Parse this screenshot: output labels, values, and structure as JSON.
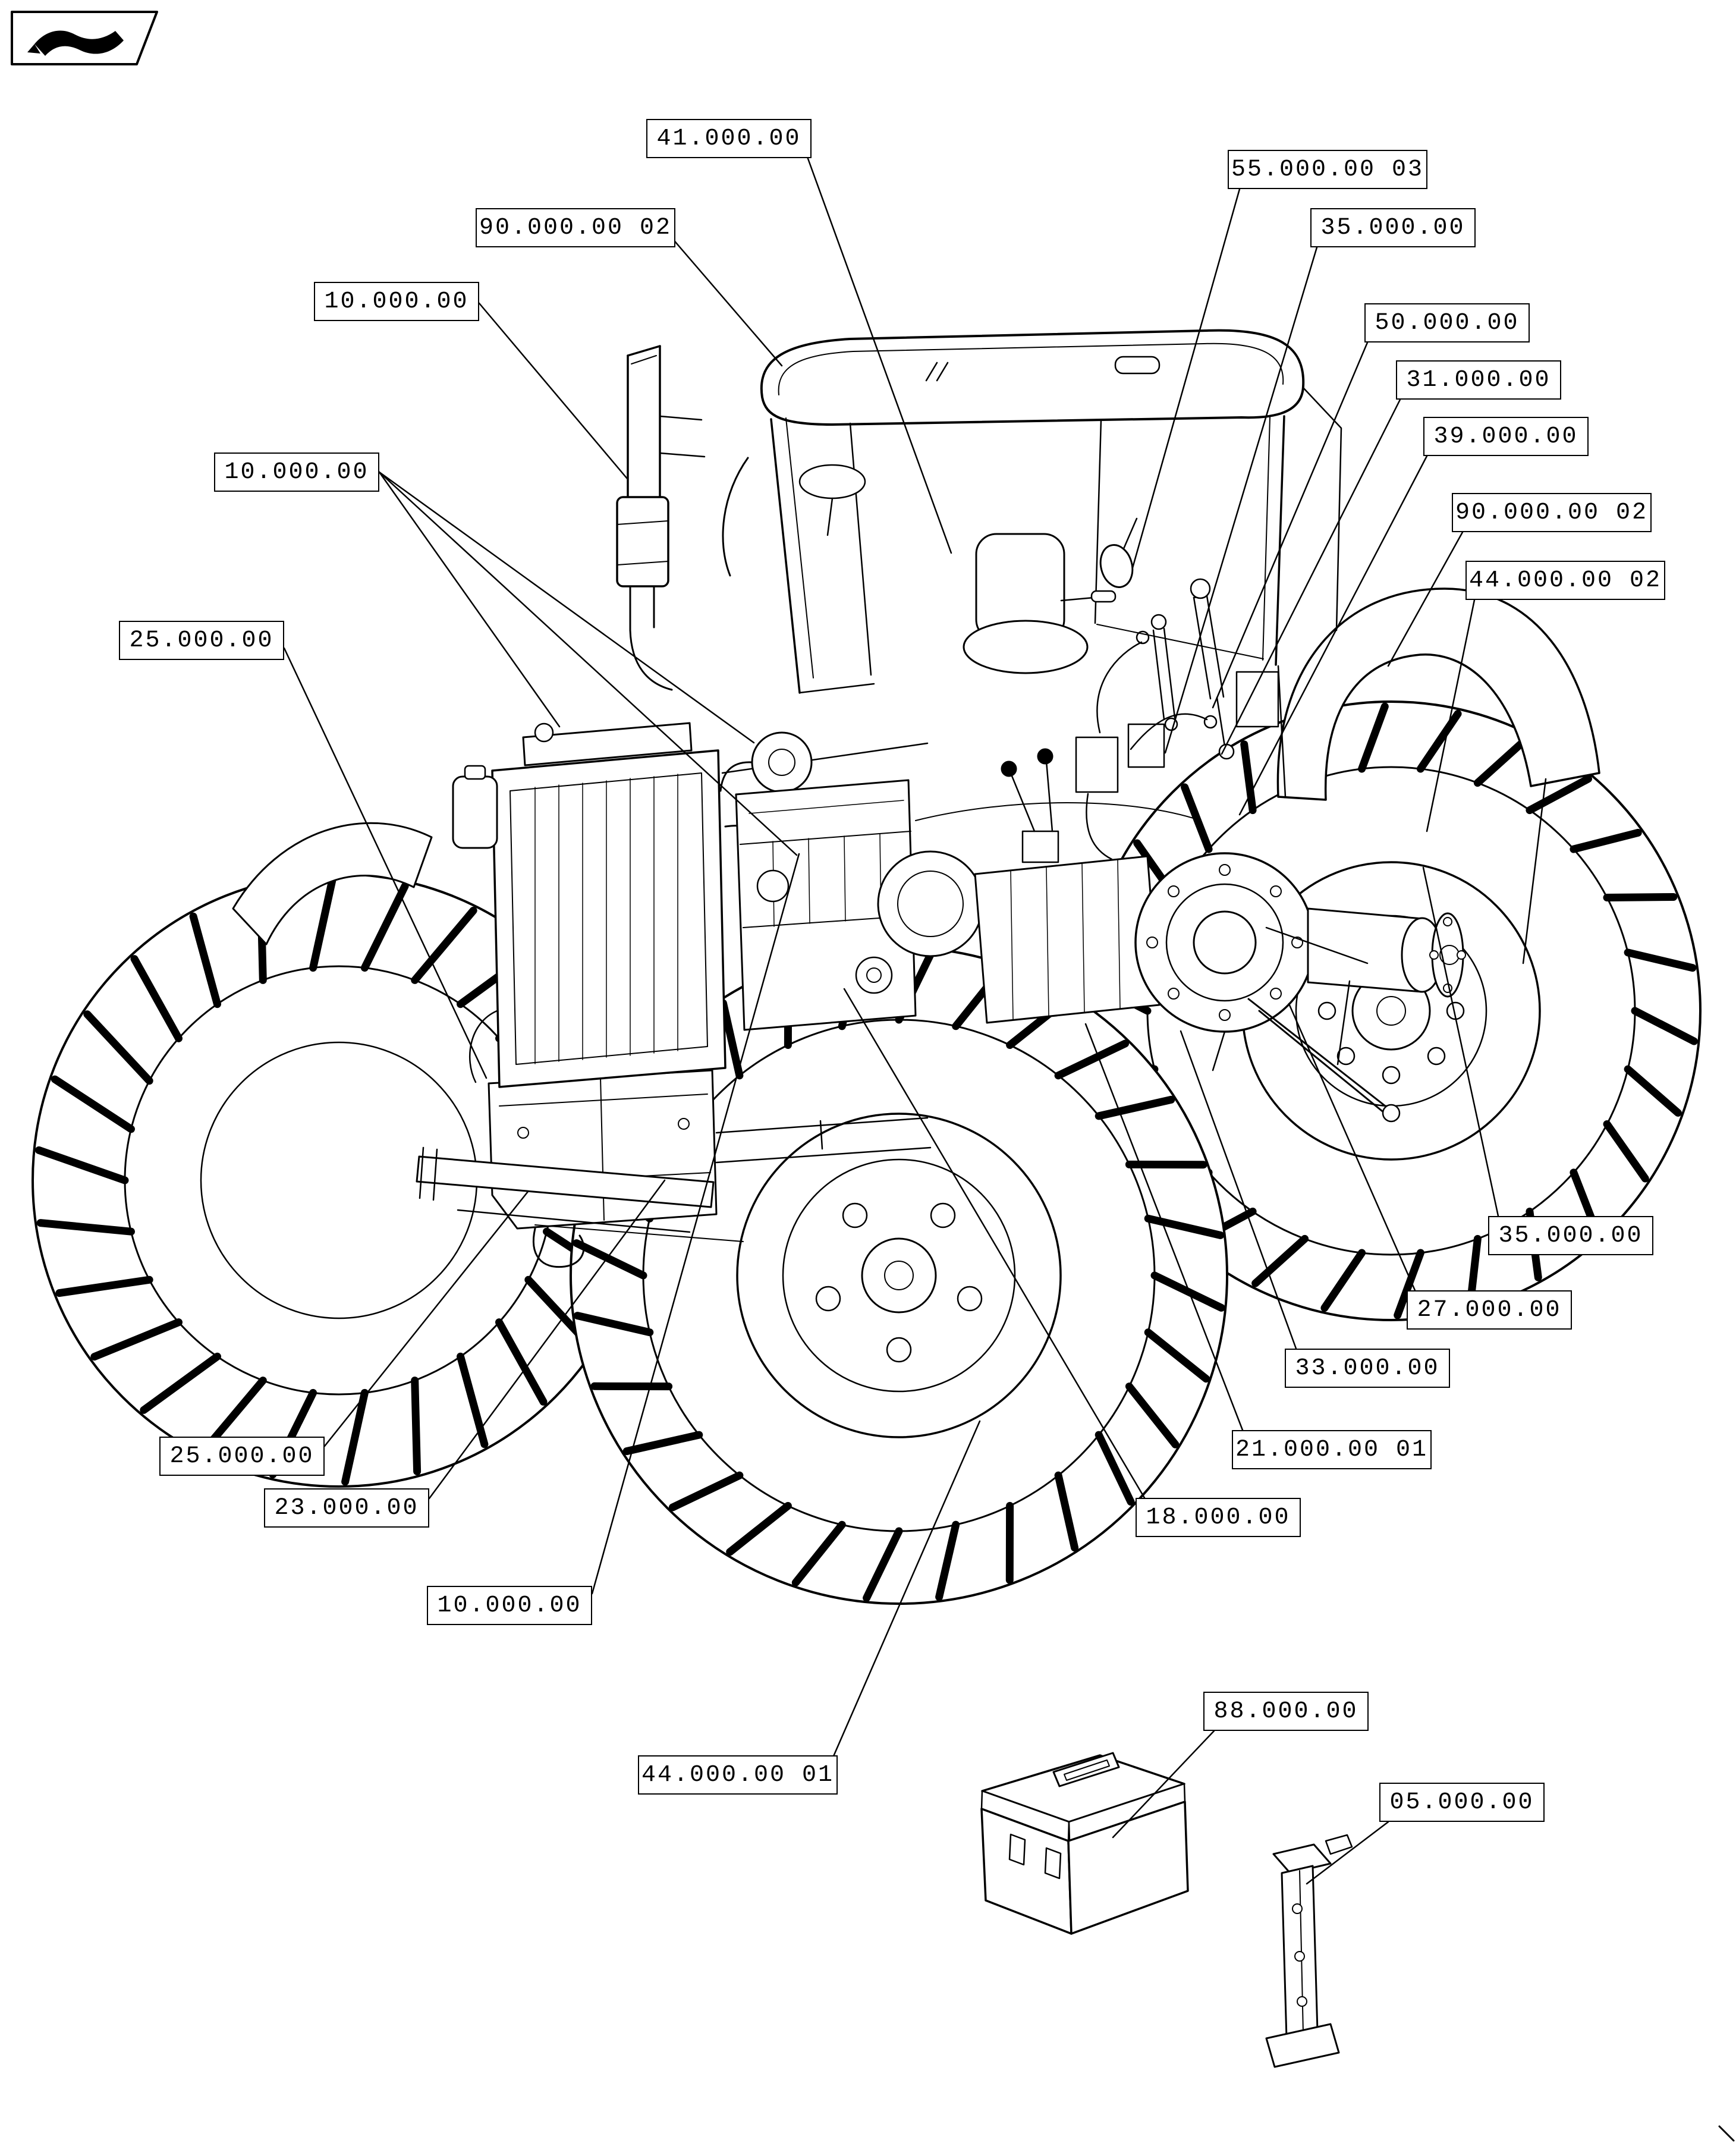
{
  "page": {
    "background": "#ffffff",
    "ink": "#000000",
    "kind": "pictorial-index-parts-diagram"
  },
  "icons": {
    "nav": "ribbon-flag-icon",
    "corner": "page-corner-mark"
  },
  "callouts": [
    {
      "label": "41.000.00"
    },
    {
      "label": "55.000.00 03"
    },
    {
      "label": "35.000.00"
    },
    {
      "label": "90.000.00 02"
    },
    {
      "label": "10.000.00"
    },
    {
      "label": "50.000.00"
    },
    {
      "label": "31.000.00"
    },
    {
      "label": "39.000.00"
    },
    {
      "label": "10.000.00"
    },
    {
      "label": "90.000.00 02"
    },
    {
      "label": "44.000.00 02"
    },
    {
      "label": "25.000.00"
    },
    {
      "label": "35.000.00"
    },
    {
      "label": "27.000.00"
    },
    {
      "label": "33.000.00"
    },
    {
      "label": "21.000.00 01"
    },
    {
      "label": "25.000.00"
    },
    {
      "label": "18.000.00"
    },
    {
      "label": "23.000.00"
    },
    {
      "label": "10.000.00"
    },
    {
      "label": "44.000.00 01"
    },
    {
      "label": "88.000.00"
    },
    {
      "label": "05.000.00"
    }
  ]
}
